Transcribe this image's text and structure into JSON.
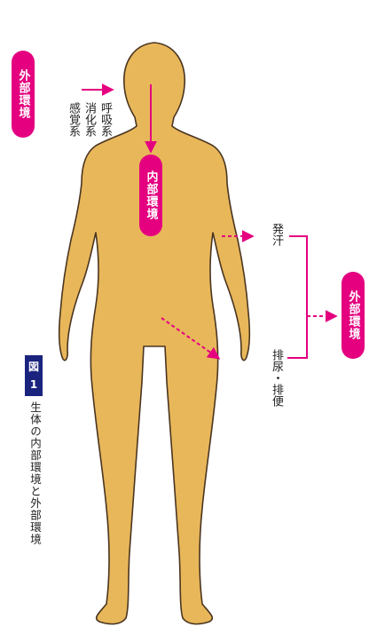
{
  "labels": {
    "external_left": "外部環境",
    "internal": "内部環境",
    "external_right": "外部環境",
    "respiratory": "呼吸系",
    "digestive": "消化系",
    "sensory": "感覚系",
    "sweat": "発汗",
    "excretion": "排尿・排便"
  },
  "figure": {
    "badge_top": "図",
    "badge_num": "1",
    "caption": "生体の内部環境と外部環境"
  },
  "colors": {
    "accent": "#e4007f",
    "skin": "#e8b75a",
    "outline": "#4a3520",
    "badge": "#1a237e"
  }
}
